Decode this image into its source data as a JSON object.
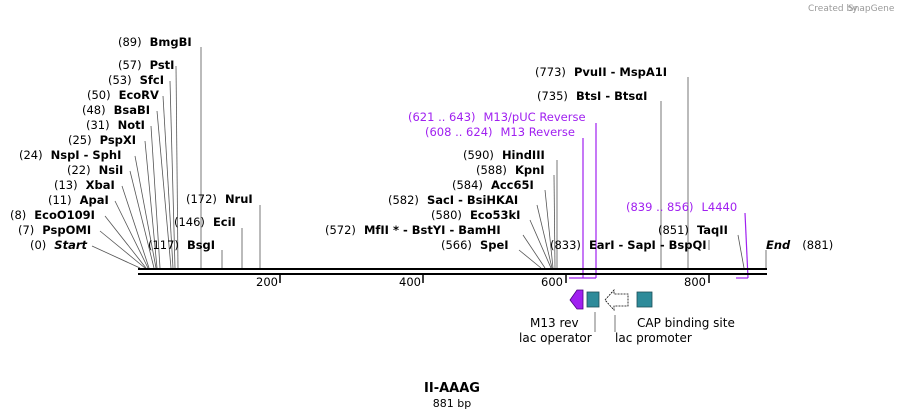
{
  "brand": {
    "prefix": "Created by",
    "name": "SnapGene"
  },
  "map": {
    "title": "II-AAAG",
    "subtitle": "881 bp",
    "length": 881,
    "ticks": [
      {
        "pos": 200,
        "label": "200"
      },
      {
        "pos": 400,
        "label": "400"
      },
      {
        "pos": 600,
        "label": "600"
      },
      {
        "pos": 800,
        "label": "800"
      }
    ]
  },
  "sites": [
    {
      "num": "(89)",
      "name": "BmgBI",
      "bp": 89
    },
    {
      "num": "(57)",
      "name": "PstI",
      "bp": 57
    },
    {
      "num": "(53)",
      "name": "SfcI",
      "bp": 53
    },
    {
      "num": "(50)",
      "name": "EcoRV",
      "bp": 50
    },
    {
      "num": "(48)",
      "name": "BsaBI",
      "bp": 48
    },
    {
      "num": "(31)",
      "name": "NotI",
      "bp": 31
    },
    {
      "num": "(25)",
      "name": "PspXI",
      "bp": 25
    },
    {
      "num": "(24)",
      "name": "NspI  -  SphI",
      "bp": 24
    },
    {
      "num": "(22)",
      "name": "NsiI",
      "bp": 22
    },
    {
      "num": "(13)",
      "name": "XbaI",
      "bp": 13
    },
    {
      "num": "(11)",
      "name": "ApaI",
      "bp": 11
    },
    {
      "num": "(8)",
      "name": "EcoO109I",
      "bp": 8
    },
    {
      "num": "(7)",
      "name": "PspOMI",
      "bp": 7
    },
    {
      "num": "(0)",
      "name": "Start",
      "bp": 0
    },
    {
      "num": "(172)",
      "name": "NruI",
      "bp": 172
    },
    {
      "num": "(146)",
      "name": "EciI",
      "bp": 146
    },
    {
      "num": "(117)",
      "name": "BsgI",
      "bp": 117
    },
    {
      "num": "(773)",
      "name": "PvuII   -  MspA1I",
      "bp": 773
    },
    {
      "num": "(735)",
      "name": "BtsI  -  BtsαI",
      "bp": 735
    },
    {
      "num": "(590)",
      "name": "HindIII",
      "bp": 590
    },
    {
      "num": "(588)",
      "name": "KpnI",
      "bp": 588
    },
    {
      "num": "(584)",
      "name": "Acc65I",
      "bp": 584
    },
    {
      "num": "(582)",
      "name": "SacI  -  BsiHKAI",
      "bp": 582
    },
    {
      "num": "(580)",
      "name": "Eco53kI",
      "bp": 580
    },
    {
      "num": "(572)",
      "name": "MfII *  -  BstYI  -  BamHI",
      "bp": 572
    },
    {
      "num": "(566)",
      "name": "SpeI",
      "bp": 566
    },
    {
      "num": "(833)",
      "name": "EarI  -  SapI  -  BspQI",
      "bp": 833
    },
    {
      "num": "(851)",
      "name": "TaqII",
      "bp": 851
    },
    {
      "num": "(881)",
      "name": "End",
      "bp": 881
    }
  ],
  "primers": [
    {
      "range": "(621 .. 643)",
      "name": "M13/pUC Reverse"
    },
    {
      "range": "(608 .. 624)",
      "name": "M13 Reverse"
    },
    {
      "range": "(839 .. 856)",
      "name": "L4440"
    }
  ],
  "features": [
    {
      "name": "M13 rev",
      "type": "primer-bind",
      "color": "#a020f0"
    },
    {
      "name": "lac operator",
      "type": "protein_bind",
      "color": "#2e8b9a"
    },
    {
      "name": "lac promoter",
      "type": "promoter",
      "color": "#ffffff"
    },
    {
      "name": "CAP binding site",
      "type": "protein_bind",
      "color": "#2e8b9a"
    }
  ],
  "colors": {
    "primer": "#a020f0",
    "feature_box": "#2e8b9a",
    "backbone": "#000000"
  }
}
